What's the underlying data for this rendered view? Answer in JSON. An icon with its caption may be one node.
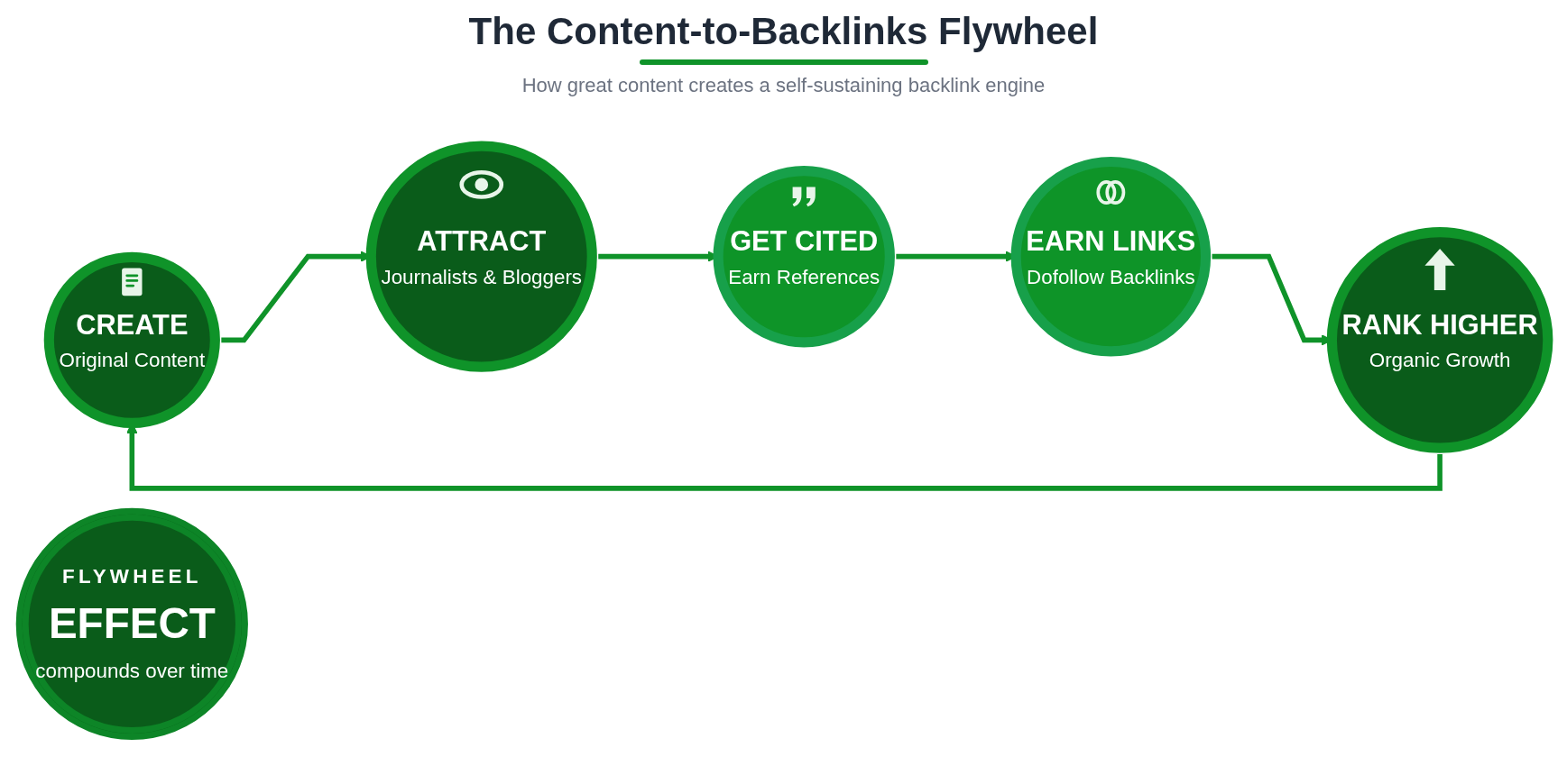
{
  "diagram": {
    "title": "The Content-to-Backlinks Flywheel",
    "caption": "How great content creates a self-sustaining backlink engine",
    "nodes": [
      {
        "text": [
          "CREATE",
          "Original Content"
        ]
      },
      {
        "text": [
          "RANK HIGHER",
          "Organic Growth"
        ]
      },
      {
        "text": [
          "ATTRACT",
          "Journalists & Bloggers"
        ]
      },
      {
        "text": [
          "FLYWHEEL",
          "EFFECT",
          "compounds over time"
        ]
      },
      {
        "text": [
          "EARN LINKS",
          "Dofollow Backlinks"
        ]
      },
      {
        "text": [
          "GET CITED",
          "Earn References"
        ]
      }
    ],
    "edges": [
      {
        "from": 0,
        "to": 2,
        "arrow": "to"
      },
      {
        "from": 2,
        "to": 5,
        "arrow": "to"
      },
      {
        "from": 5,
        "to": 4,
        "arrow": "to"
      },
      {
        "from": 4,
        "to": 1,
        "arrow": "to"
      },
      {
        "from": 1,
        "to": 0,
        "arrow": "to"
      }
    ]
  }
}
